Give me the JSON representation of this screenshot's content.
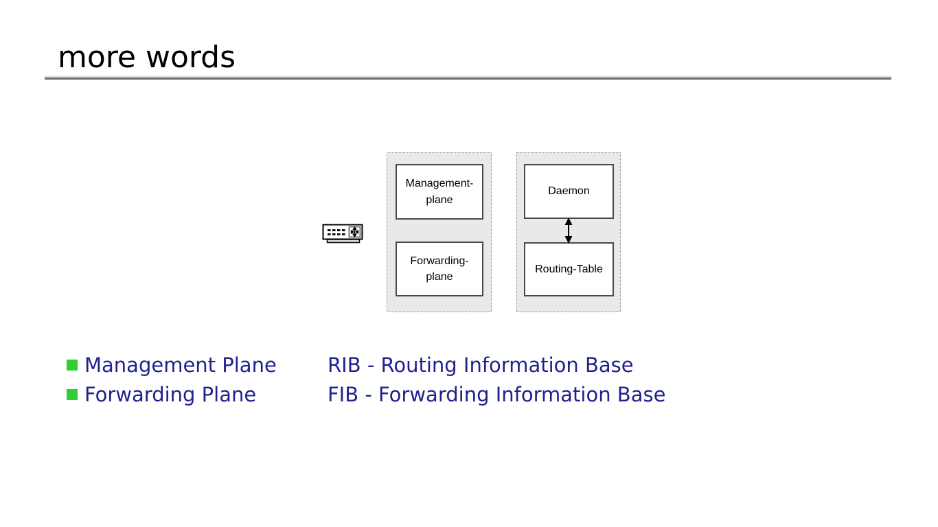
{
  "slide": {
    "title": "more words"
  },
  "diagram": {
    "router_icon": "router-switch-icon",
    "panels": [
      {
        "name": "device-planes-panel",
        "boxes": [
          "Management-\nplane",
          "Forwarding-\nplane"
        ]
      },
      {
        "name": "software-panel",
        "boxes": [
          "Daemon",
          "Routing-Table"
        ]
      }
    ],
    "connector": "double-headed-vertical-arrow"
  },
  "bullets": [
    {
      "label": "Management Plane"
    },
    {
      "label": "Forwarding Plane"
    }
  ],
  "definitions": [
    {
      "label": "RIB - Routing Information Base"
    },
    {
      "label": "FIB - Forwarding Information Base"
    }
  ],
  "colors": {
    "bullet_green": "#33cc33",
    "text_navy": "#21218e",
    "panel_fill": "#e9e9e9",
    "panel_border": "#8c8c8c",
    "box_border": "#4a4a4a",
    "underline_light": "#dcdcdc",
    "underline_dark": "#6e6e6e",
    "title_black": "#000000"
  }
}
